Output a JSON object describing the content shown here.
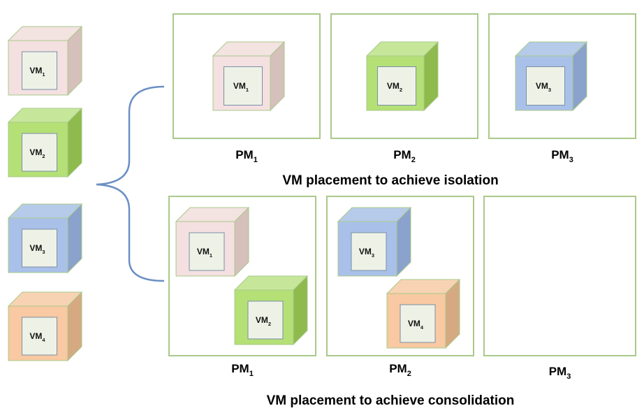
{
  "vm_palette": {
    "VM1": {
      "front": "#f4e0e0",
      "top": "#f3e3e1",
      "side": "#d5c0bb",
      "num": "1"
    },
    "VM2": {
      "front": "#b4e076",
      "top": "#c6e79a",
      "side": "#8eba4e",
      "num": "2"
    },
    "VM3": {
      "front": "#a9c1e9",
      "top": "#b6caea",
      "side": "#8aa2cc",
      "num": "3"
    },
    "VM4": {
      "front": "#f8c9a2",
      "top": "#f8d3b3",
      "side": "#d5aa82",
      "num": "4"
    }
  },
  "cube_edge_color": "#a9c98a",
  "label_box": {
    "fill": "#eef2e6",
    "stroke": "#7a8fa6"
  },
  "pm_box_stroke": "#a9c98a",
  "bracket_color": "#6a8fc4",
  "vm_prefix": "VM",
  "pm_prefix": "PM",
  "left_vms": [
    "VM1",
    "VM2",
    "VM3",
    "VM4"
  ],
  "isolation": {
    "caption": "VM placement to achieve isolation",
    "pms": [
      {
        "num": "1",
        "vms": [
          "VM1"
        ]
      },
      {
        "num": "2",
        "vms": [
          "VM2"
        ]
      },
      {
        "num": "3",
        "vms": [
          "VM3"
        ]
      }
    ]
  },
  "consolidation": {
    "caption": "VM placement to achieve consolidation",
    "pms": [
      {
        "num": "1",
        "vms": [
          "VM1",
          "VM2"
        ]
      },
      {
        "num": "2",
        "vms": [
          "VM3",
          "VM4"
        ]
      },
      {
        "num": "3",
        "vms": []
      }
    ]
  }
}
